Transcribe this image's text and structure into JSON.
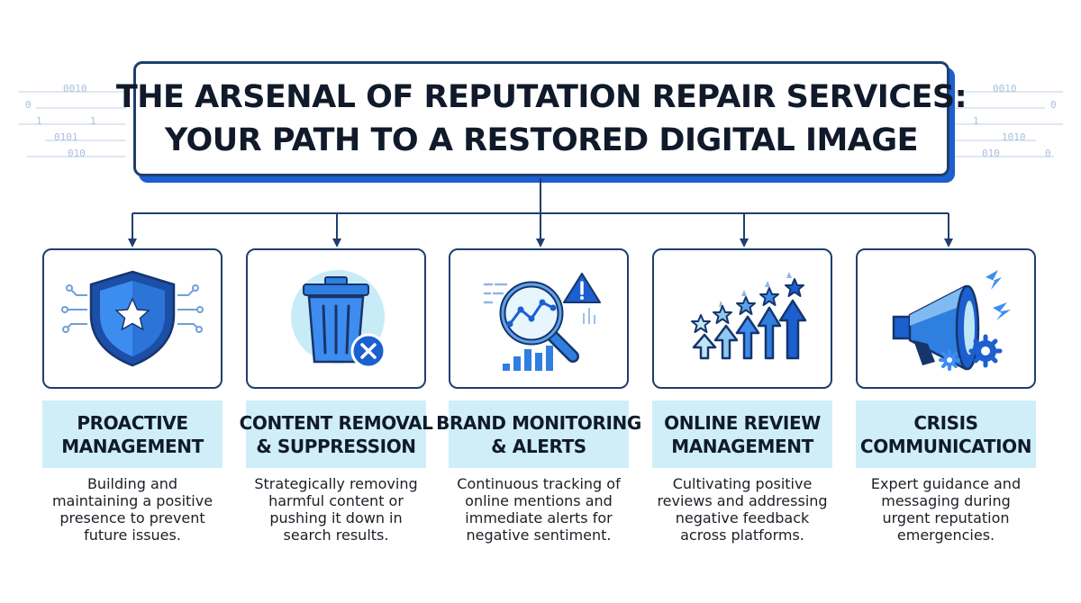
{
  "title": {
    "line1": "THE ARSENAL OF REPUTATION REPAIR SERVICES:",
    "line2": "YOUR PATH TO A RESTORED DIGITAL IMAGE"
  },
  "decor": {
    "left_bits": [
      "0010",
      "0",
      "1",
      "0101",
      "1",
      "010"
    ],
    "right_bits": [
      "0010",
      "0",
      "1",
      "1010",
      "0",
      "010"
    ]
  },
  "colors": {
    "navy": "#1f3f6e",
    "accent_blue": "#1b5fd0",
    "label_bg": "#cfeef8",
    "light_blue": "#bfe6f5"
  },
  "services": [
    {
      "icon": "shield-star-icon",
      "title_lines": [
        "PROACTIVE",
        "MANAGEMENT"
      ],
      "desc_lines": [
        "Building and",
        "maintaining a positive",
        "presence to prevent",
        "future issues."
      ]
    },
    {
      "icon": "trash-delete-icon",
      "title_lines": [
        "CONTENT REMOVAL",
        "& SUPPRESSION"
      ],
      "desc_lines": [
        "Strategically removing",
        "harmful content or",
        "pushing it down in",
        "search results."
      ]
    },
    {
      "icon": "magnifier-alert-icon",
      "title_lines": [
        "BRAND MONITORING",
        "& ALERTS"
      ],
      "desc_lines": [
        "Continuous tracking of",
        "online mentions and",
        "immediate alerts for",
        "negative sentiment."
      ]
    },
    {
      "icon": "stars-arrows-icon",
      "title_lines": [
        "ONLINE REVIEW",
        "MANAGEMENT"
      ],
      "desc_lines": [
        "Cultivating positive",
        "reviews and addressing",
        "negative feedback",
        "across platforms."
      ]
    },
    {
      "icon": "megaphone-gears-icon",
      "title_lines": [
        "CRISIS",
        "COMMUNICATION"
      ],
      "desc_lines": [
        "Expert guidance and",
        "messaging during",
        "urgent reputation",
        "emergencies."
      ]
    }
  ]
}
